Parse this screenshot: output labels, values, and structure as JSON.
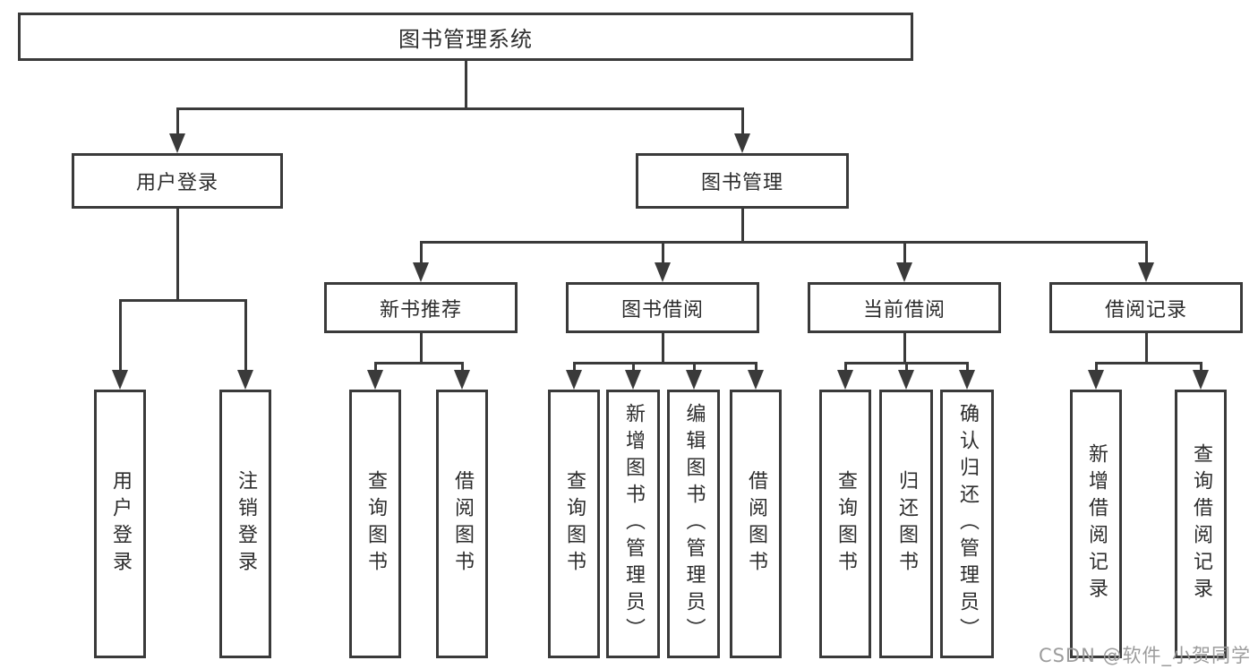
{
  "diagram": {
    "root": {
      "label": "图书管理系统"
    },
    "branches": {
      "user_login": {
        "label": "用户登录",
        "children": [
          "用户登录",
          "注销登录"
        ]
      },
      "book_mgmt": {
        "label": "图书管理",
        "sections": {
          "new_book_recommend": {
            "label": "新书推荐",
            "children": [
              "查询图书",
              "借阅图书"
            ]
          },
          "book_borrow": {
            "label": "图书借阅",
            "children": [
              "查询图书",
              "新增图书（管理员）",
              "编辑图书（管理员）",
              "借阅图书"
            ]
          },
          "current_borrow": {
            "label": "当前借阅",
            "children": [
              "查询图书",
              "归还图书",
              "确认归还（管理员）"
            ]
          },
          "borrow_records": {
            "label": "借阅记录",
            "children": [
              "新增借阅记录",
              "查询借阅记录"
            ]
          }
        }
      }
    }
  },
  "watermark": {
    "text": "CSDN @软件_小贺同学"
  },
  "colors": {
    "line": "#3a3a3a",
    "text": "#2d2d2d",
    "watermark": "#9c9c9c",
    "background": "#ffffff"
  }
}
